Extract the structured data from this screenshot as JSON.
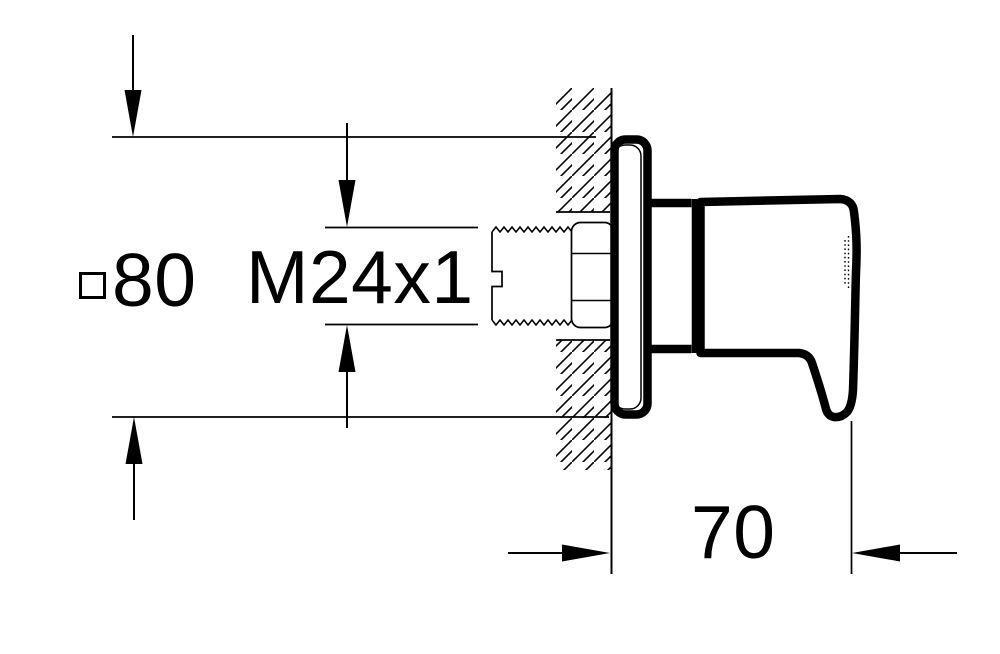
{
  "drawing": {
    "kind": "technical-dimension-drawing",
    "subject": "wall-mounted valve handle side section",
    "labels": {
      "plate_size": "80",
      "thread_spec": "M24x1",
      "depth": "70"
    },
    "icons": {
      "square_symbol": "square-outline"
    },
    "colors": {
      "background": "#ffffff",
      "line": "#000000"
    }
  }
}
